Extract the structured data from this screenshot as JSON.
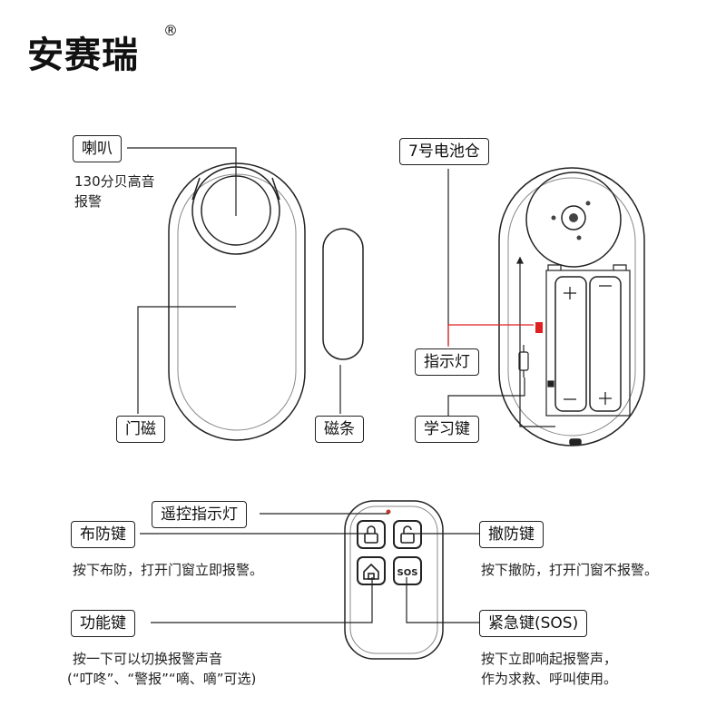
{
  "brand": {
    "name": "安赛瑞",
    "registered": "®"
  },
  "door_sensor": {
    "labels": {
      "speaker": "喇叭",
      "speaker_desc_1": "130分贝高音",
      "speaker_desc_2": "报警",
      "body": "门磁",
      "magnet": "磁条"
    }
  },
  "back_view": {
    "labels": {
      "battery": "7号电池仓",
      "indicator": "指示灯",
      "learn_key": "学习键"
    },
    "colors": {
      "indicator_led": "#e02020"
    }
  },
  "remote": {
    "labels": {
      "indicator": "遥控指示灯",
      "arm": "布防键",
      "arm_desc": "按下布防，打开门窗立即报警。",
      "disarm": "撤防键",
      "disarm_desc": "按下撤防，打开门窗不报警。",
      "function": "功能键",
      "function_desc_1": "按一下可以切换报警声音",
      "function_desc_2": "(“叮咚”、“警报”“嘀、嘀”可选)",
      "sos": "紧急键(SOS)",
      "sos_desc_1": "按下立即响起报警声，",
      "sos_desc_2": "作为求救、呼叫使用。",
      "sos_button_text": "SOS"
    },
    "icons": [
      "lock-closed-icon",
      "lock-open-icon",
      "home-icon"
    ]
  }
}
